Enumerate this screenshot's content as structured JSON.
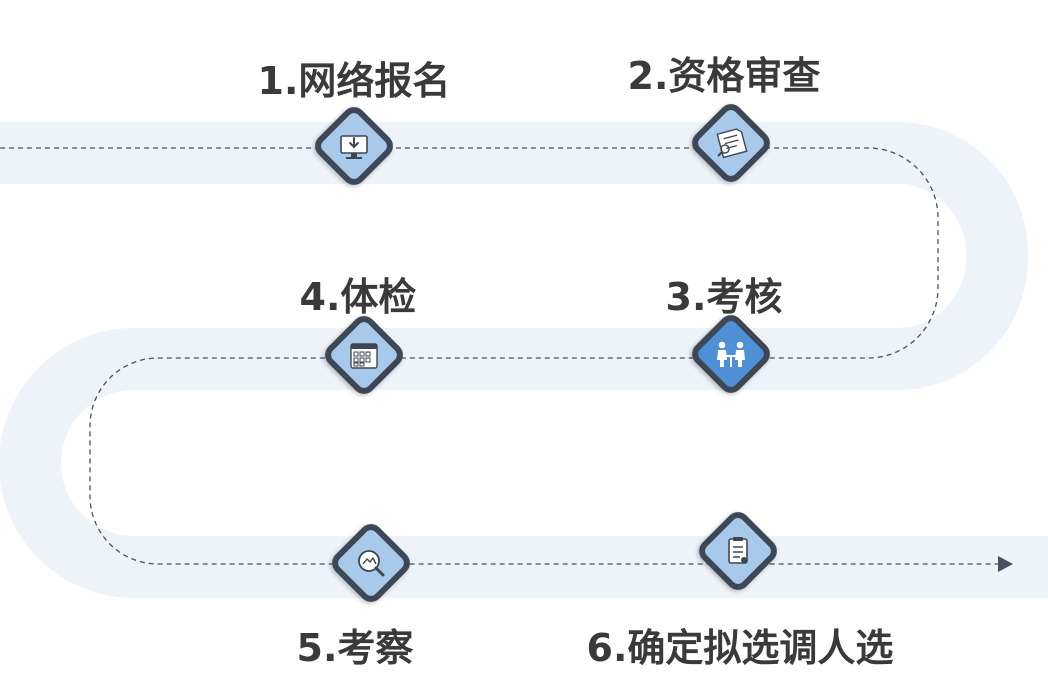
{
  "steps": [
    {
      "label": "1.网络报名",
      "icon": "computer-download-icon",
      "active": false
    },
    {
      "label": "2.资格审查",
      "icon": "document-review-icon",
      "active": false
    },
    {
      "label": "3.考核",
      "icon": "interview-icon",
      "active": true
    },
    {
      "label": "4.体检",
      "icon": "calendar-icon",
      "active": false
    },
    {
      "label": "5.考察",
      "icon": "magnifier-icon",
      "active": false
    },
    {
      "label": "6.确定拟选调人选",
      "icon": "clipboard-icon",
      "active": false
    }
  ],
  "colors": {
    "track": "#eef3fa",
    "dashed_line": "#4a5060",
    "diamond_border": "#3d4654",
    "diamond_fill": "#a9c9ea",
    "diamond_fill_active": "#4f8fd6",
    "text": "#3a3a3a"
  }
}
